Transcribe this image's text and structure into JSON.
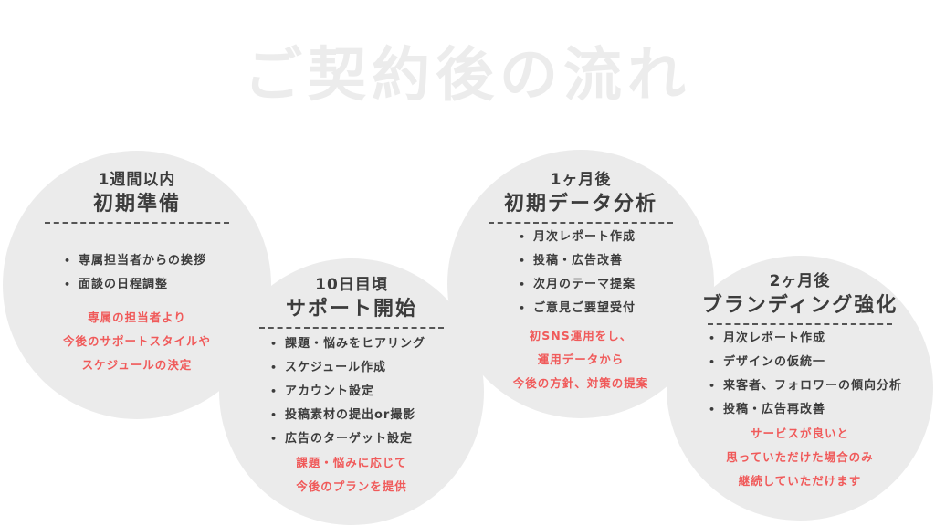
{
  "title": "ご契約後の流れ",
  "colors": {
    "circle_fill": "#ebebeb",
    "title_text": "#ececec",
    "body_text": "#3c3c3c",
    "accent_text": "#f05a5a"
  },
  "steps": [
    {
      "timing": "1週間以内",
      "heading": "初期準備",
      "items": [
        "専属担当者からの挨拶",
        "面談の日程調整"
      ],
      "note": [
        "専属の担当者より",
        "今後のサポートスタイルや",
        "スケジュールの決定"
      ]
    },
    {
      "timing": "10日目頃",
      "heading": "サポート開始",
      "items": [
        "課題・悩みをヒアリング",
        "スケジュール作成",
        "アカウント設定",
        "投稿素材の提出or撮影",
        "広告のターゲット設定"
      ],
      "note": [
        "課題・悩みに応じて",
        "今後のプランを提供"
      ]
    },
    {
      "timing": "1ヶ月後",
      "heading": "初期データ分析",
      "items": [
        "月次レポート作成",
        "投稿・広告改善",
        "次月のテーマ提案",
        "ご意見ご要望受付"
      ],
      "note": [
        "初SNS運用をし、",
        "運用データから",
        "今後の方針、対策の提案"
      ]
    },
    {
      "timing": "2ヶ月後",
      "heading": "ブランディング強化",
      "items": [
        "月次レポート作成",
        "デザインの仮統一",
        "来客者、フォロワーの傾向分析",
        "投稿・広告再改善"
      ],
      "note": [
        "サービスが良いと",
        "思っていただけた場合のみ",
        "継続していただけます"
      ]
    }
  ]
}
